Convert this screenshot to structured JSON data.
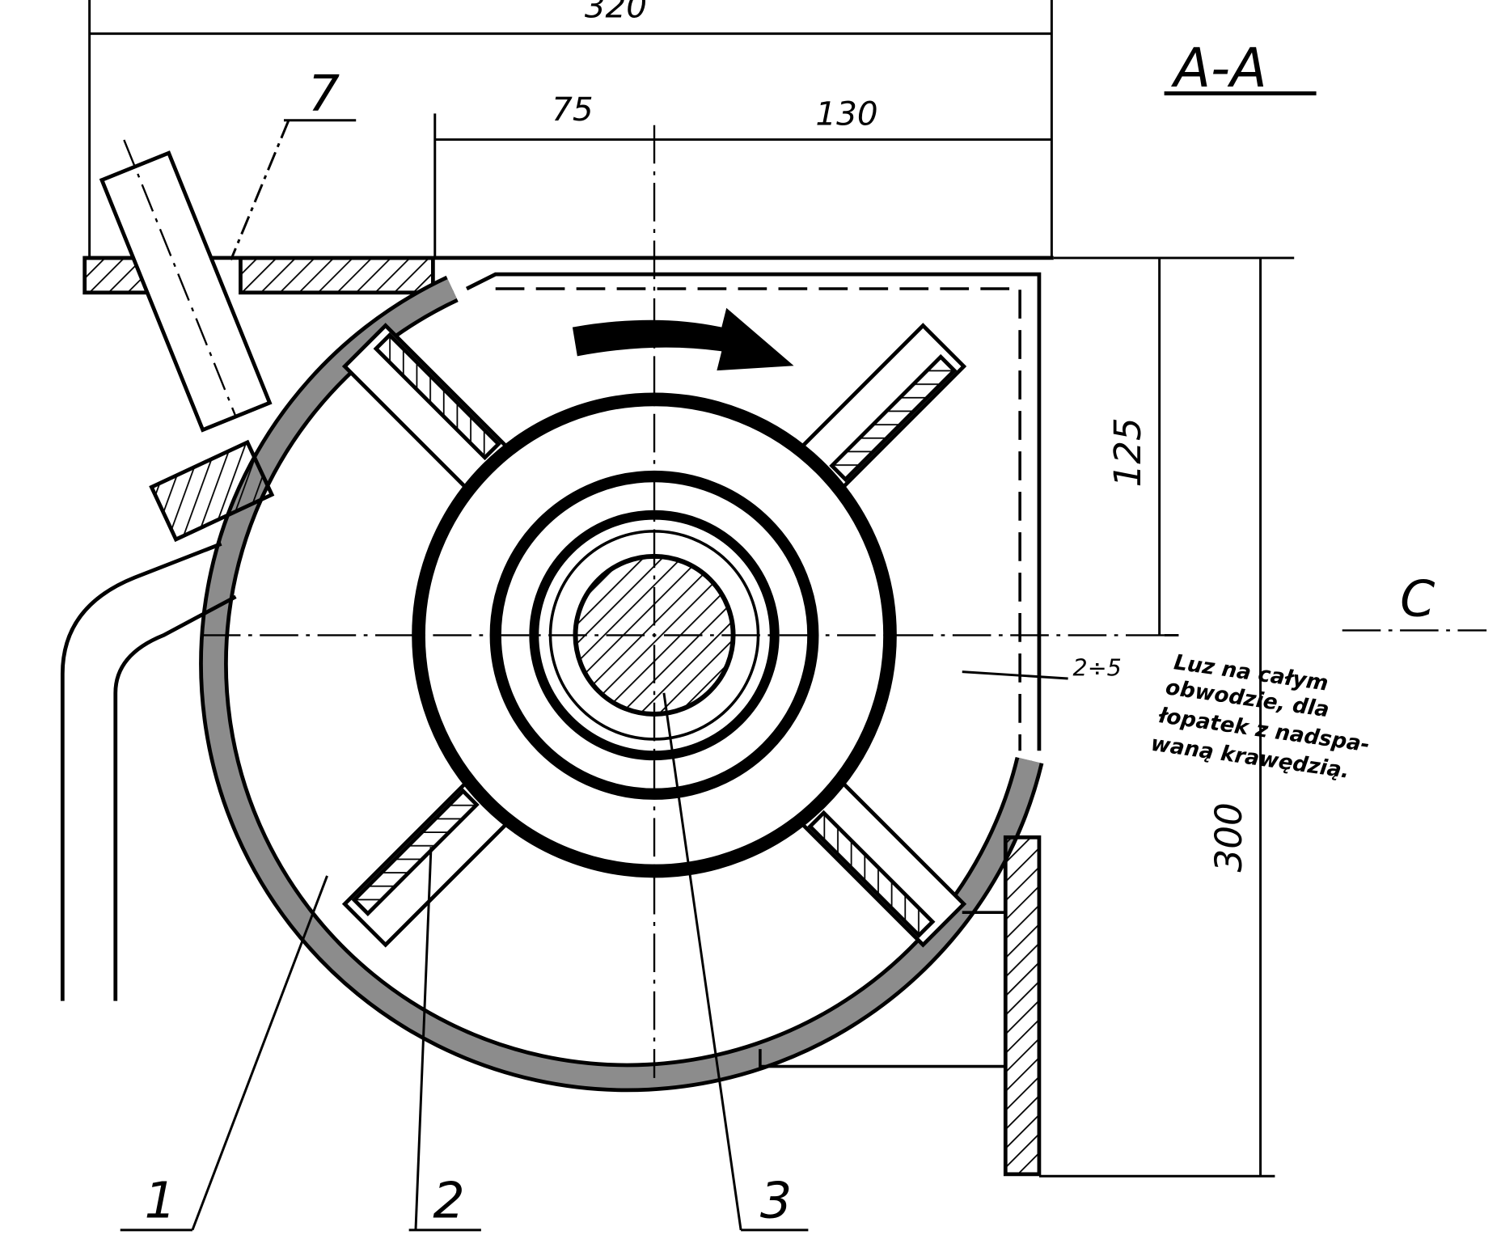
{
  "section_label": "A-A",
  "dimensions": {
    "overall_width": "320",
    "left_offset": "75",
    "right_offset": "130",
    "upper_height": "125",
    "total_height": "300",
    "gap": "2÷5"
  },
  "side_label": "C",
  "part_labels": [
    "1",
    "2",
    "3",
    "7"
  ],
  "note_lines": [
    "Luz na całym",
    "obwodzie, dla",
    "łopatek z nadspa-",
    "waną krawędzią."
  ],
  "colors": {
    "ink": "#000000",
    "paper": "#ffffff"
  }
}
